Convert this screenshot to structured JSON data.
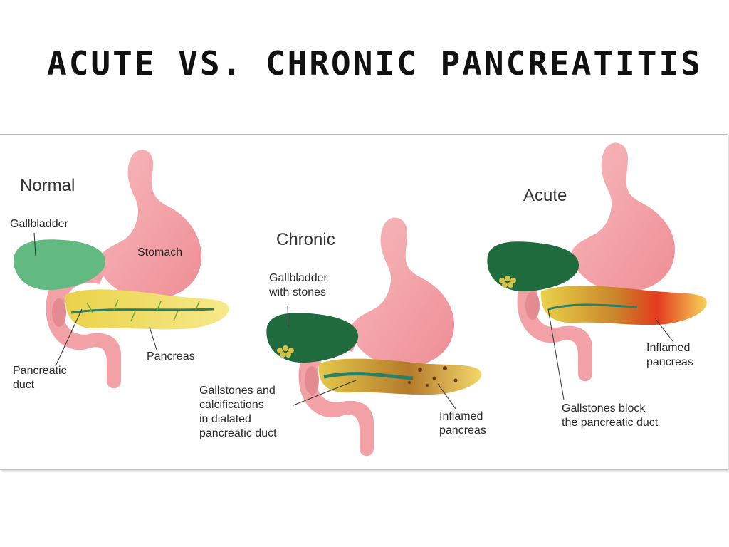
{
  "title": "Acute vs. Chronic Pancreatitis",
  "sections": {
    "normal": {
      "heading": "Normal",
      "gallbladder": "Gallbladder",
      "stomach": "Stomach",
      "pancreas": "Pancreas",
      "duct": "Pancreatic\nduct"
    },
    "chronic": {
      "heading": "Chronic",
      "gallbladder": "Gallbladder\nwith stones",
      "gallstones": "Gallstones and\ncalcifications\nin dialated\npancreatic duct",
      "inflamed": "Inflamed\npancreas"
    },
    "acute": {
      "heading": "Acute",
      "inflamed": "Inflamed\npancreas",
      "block": "Gallstones block\nthe pancreatic duct"
    }
  },
  "colors": {
    "stomach": "#f4a3a8",
    "gallbladder_normal": "#63b982",
    "gallbladder_diseased": "#1f6b3e",
    "pancreas": "#f2df5e",
    "duct": "#2a7f66",
    "inflamed": "#e33b1e"
  }
}
